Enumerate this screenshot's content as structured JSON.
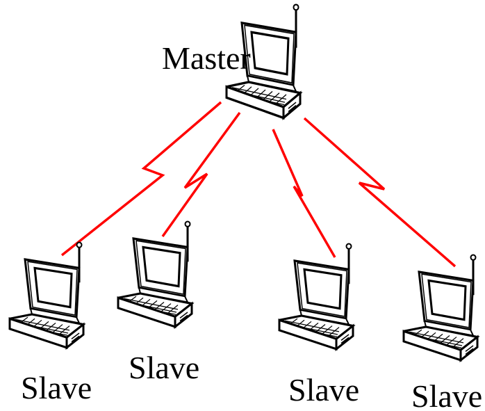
{
  "colors": {
    "link": "#ff0000",
    "ink": "#000000",
    "screen": "#ffffff",
    "body": "#ffffff"
  },
  "master": {
    "label": "Master",
    "icon": "wireless-laptop-icon"
  },
  "slaves": [
    {
      "label": "Slave",
      "icon": "wireless-laptop-icon"
    },
    {
      "label": "Slave",
      "icon": "wireless-laptop-icon"
    },
    {
      "label": "Slave",
      "icon": "wireless-laptop-icon"
    },
    {
      "label": "Slave",
      "icon": "wireless-laptop-icon"
    }
  ],
  "links": [
    {
      "from": "master",
      "to": "slave-1",
      "icon": "lightning-bolt-icon"
    },
    {
      "from": "master",
      "to": "slave-2",
      "icon": "lightning-bolt-icon"
    },
    {
      "from": "master",
      "to": "slave-3",
      "icon": "lightning-bolt-icon"
    },
    {
      "from": "master",
      "to": "slave-4",
      "icon": "lightning-bolt-icon"
    }
  ]
}
